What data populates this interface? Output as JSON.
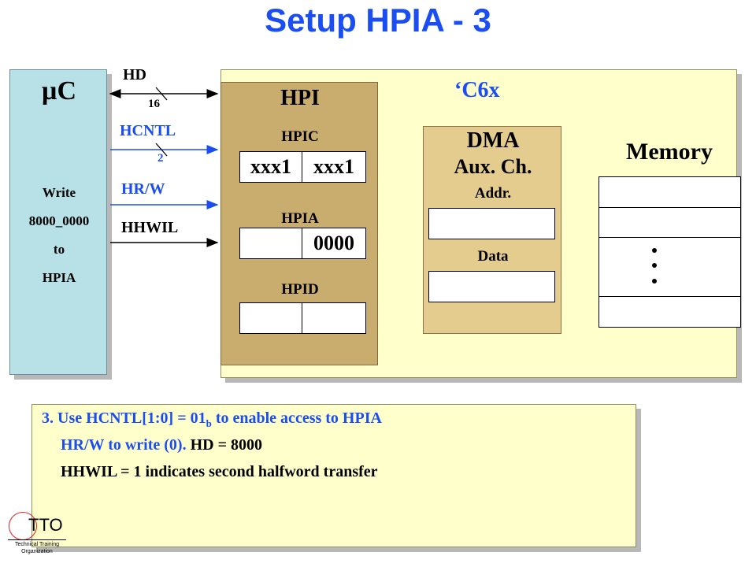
{
  "title": "Setup HPIA - 3",
  "uc": {
    "label": "µC",
    "lines": [
      "Write",
      "8000_0000",
      "to",
      "HPIA"
    ]
  },
  "signals": {
    "hd": "HD",
    "hd_width": "16",
    "hcntl": "HCNTL",
    "hcntl_width": "2",
    "hrw": "HR/W",
    "hhwil": "HHWIL"
  },
  "c6x": {
    "label": "‘C6x",
    "hpi": {
      "label": "HPI",
      "hpic_label": "HPIC",
      "hpic_values": [
        "xxx1",
        "xxx1"
      ],
      "hpia_label": "HPIA",
      "hpia_values": [
        "",
        "0000"
      ],
      "hpid_label": "HPID"
    },
    "dma": {
      "label": "DMA",
      "sub_label": "Aux. Ch.",
      "addr_label": "Addr.",
      "data_label": "Data"
    },
    "memory": {
      "label": "Memory"
    }
  },
  "note": {
    "line1_pre": "3. Use HCNTL[1:0] = 01",
    "line1_sub": "b",
    "line1_post": " to enable access to HPIA",
    "line2_blue": "HR/W to write (0).",
    "line2_black": " HD = 8000",
    "line3": "HHWIL = 1 indicates second halfword transfer"
  },
  "logo": {
    "text": "TTO",
    "line1": "Technical Training",
    "line2": "Organization"
  },
  "colors": {
    "title_blue": "#1a4df2",
    "uc_bg": "#b7e0e7",
    "c6x_bg": "#ffffcc",
    "hpi_bg": "#c9ad6e",
    "dma_bg": "#e3cc8e"
  }
}
